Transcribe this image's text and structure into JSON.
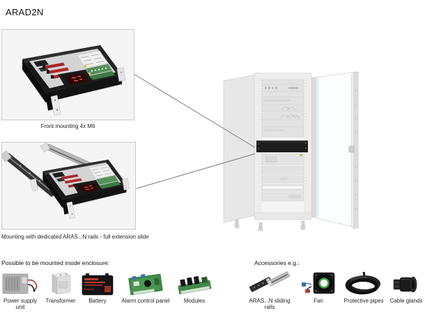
{
  "page": {
    "title": "ARAD2N"
  },
  "figures": {
    "front_mounting": {
      "caption": "Front mounting 4x M6",
      "icon": "device-open-chassis-illustration"
    },
    "rail_mounting": {
      "caption": "Mounting with dedicated ARAS...N rails - full extension slide",
      "icon": "device-on-rails-illustration"
    },
    "rack": {
      "icon": "server-rack-illustration",
      "highlighted_unit": "ARAD2N rack unit"
    }
  },
  "enclosure_section": {
    "heading": "Possible to be mounted inside enclosure:",
    "items": [
      {
        "label": "Power supply unit",
        "icon": "power-supply-icon"
      },
      {
        "label": "Transformer",
        "icon": "transformer-icon"
      },
      {
        "label": "Battery",
        "icon": "battery-icon"
      },
      {
        "label": "Alarm control panel",
        "icon": "alarm-control-panel-icon"
      },
      {
        "label": "Modules",
        "icon": "modules-icon"
      }
    ]
  },
  "accessories_section": {
    "heading": "Accessories e.g.:",
    "items": [
      {
        "label": "ARAS...N sliding rails",
        "icon": "sliding-rails-icon"
      },
      {
        "label": "Fan",
        "icon": "fan-icon"
      },
      {
        "label": "Protective pipes",
        "icon": "protective-pipes-icon"
      },
      {
        "label": "Cable glands",
        "icon": "cable-glands-icon"
      }
    ]
  },
  "colors": {
    "background": "#ffffff",
    "panel_background": "#f5f5f5",
    "panel_border": "#c9c9c9",
    "connector_line": "#7a7a7a",
    "device_black": "#191919",
    "pcb_green": "#55915a",
    "card_red": "#a8242a",
    "ghost_rack": "#e9e9e9",
    "glass_tint": "#d8edf5"
  }
}
